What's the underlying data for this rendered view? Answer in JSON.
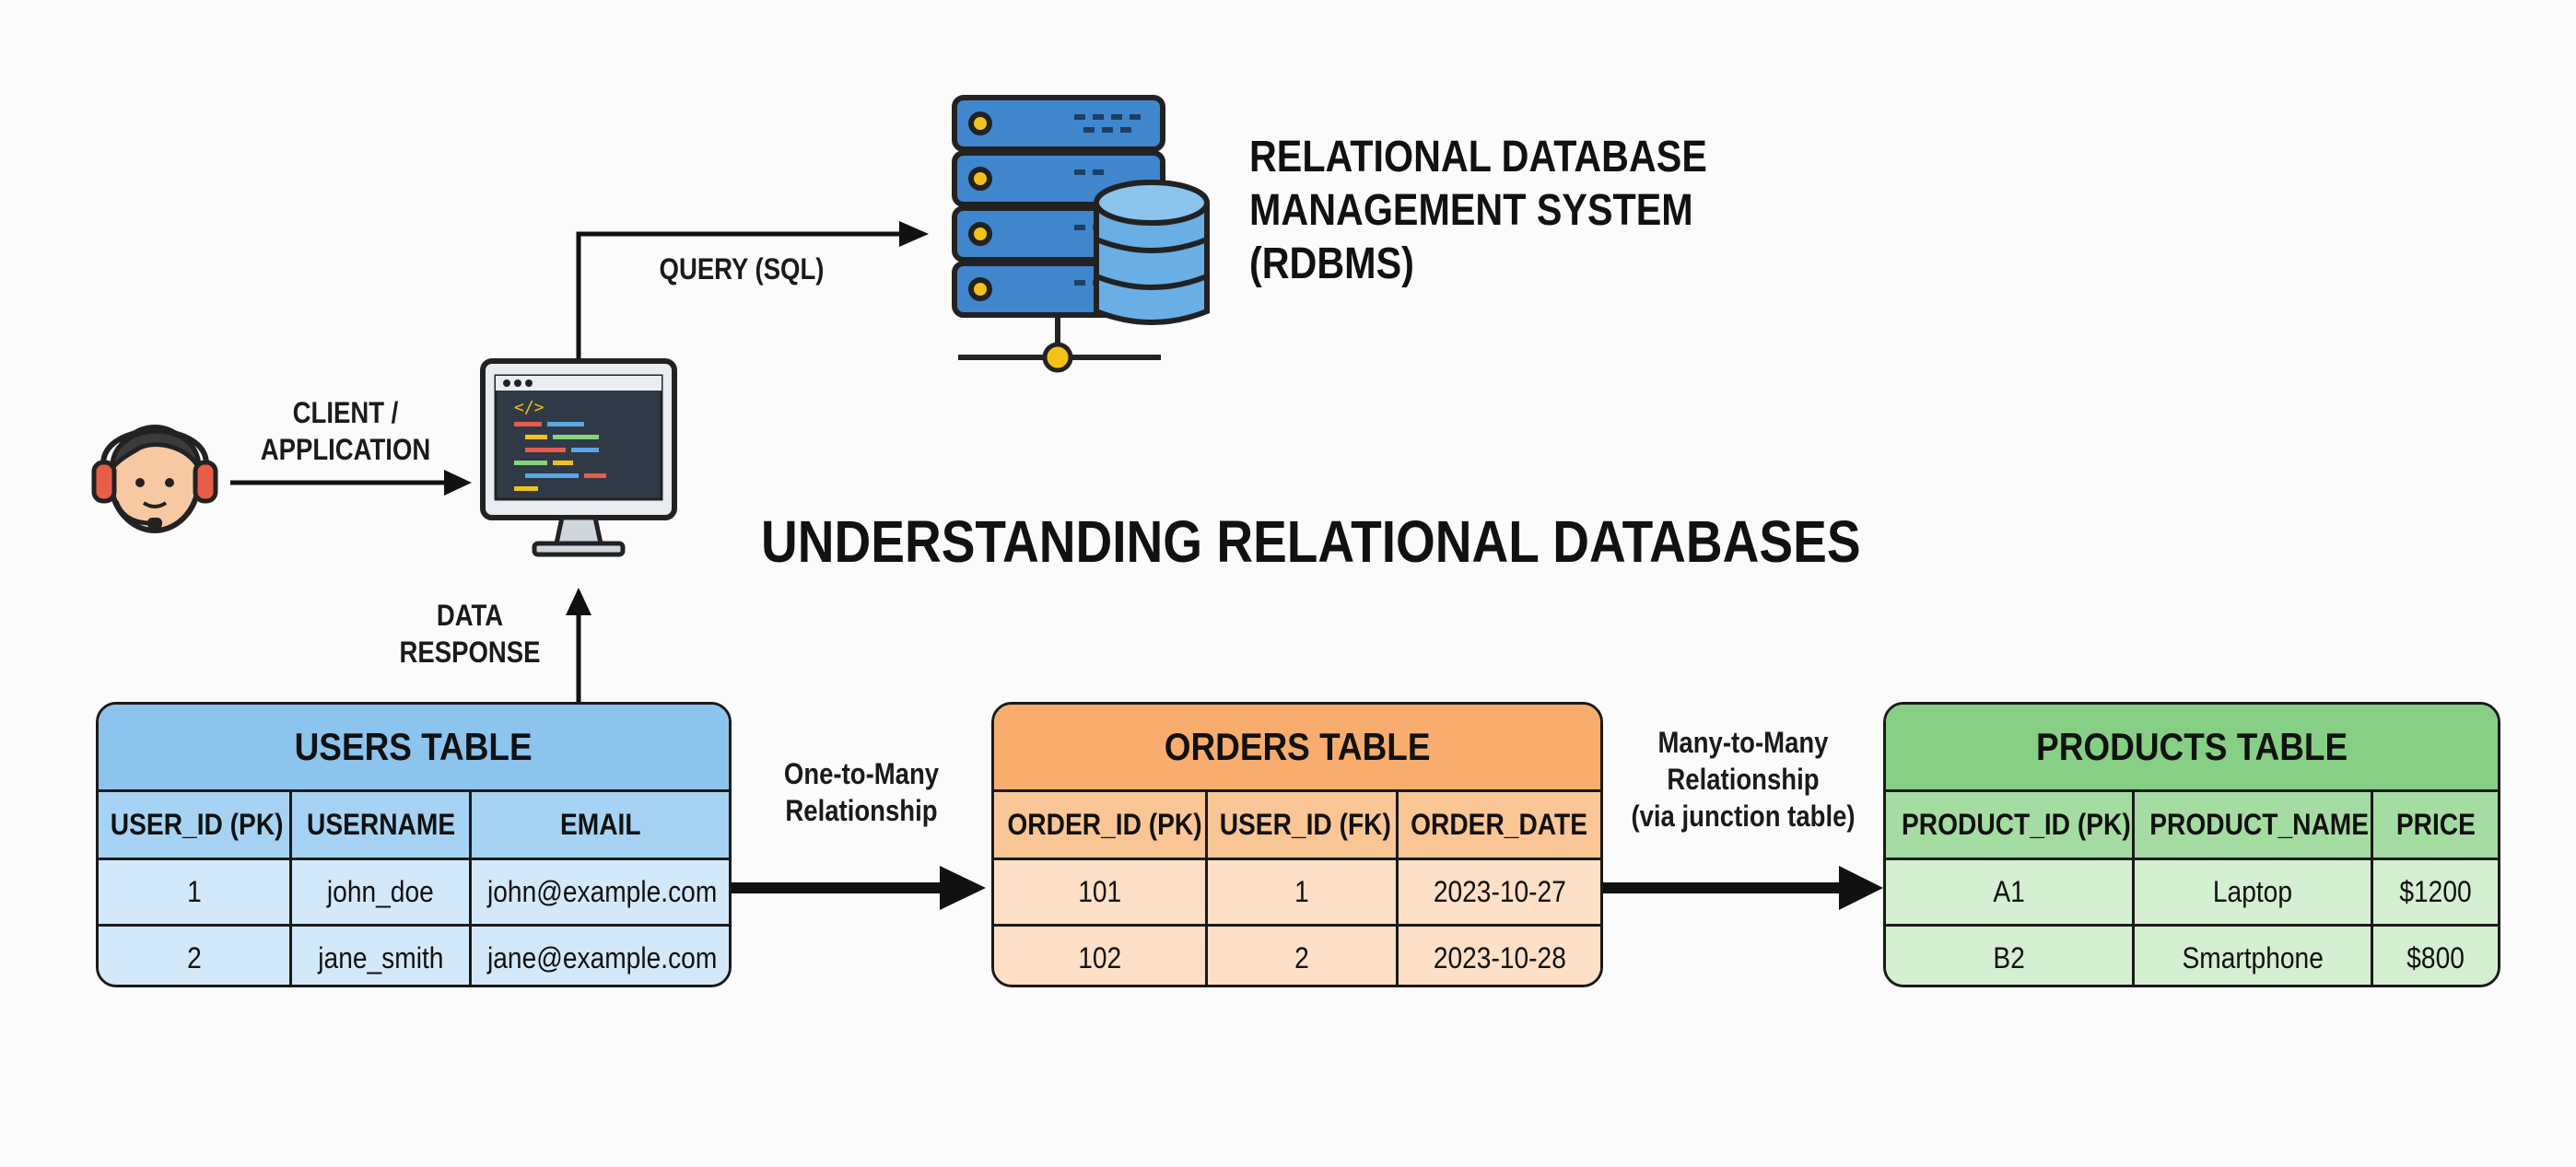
{
  "title": "UNDERSTANDING RELATIONAL DATABASES",
  "rdbms": {
    "lines": [
      "RELATIONAL DATABASE",
      "MANAGEMENT SYSTEM",
      "(RDBMS)"
    ]
  },
  "labels": {
    "client": [
      "CLIENT /",
      "APPLICATION"
    ],
    "query": "QUERY (SQL)",
    "response": [
      "DATA",
      "RESPONSE"
    ],
    "one_to_many": [
      "One-to-Many",
      "Relationship"
    ],
    "many_to_many": [
      "Many-to-Many",
      "Relationship",
      "(via junction table)"
    ]
  },
  "icons": {
    "user": "user-headset-icon",
    "computer": "computer-monitor-code-icon",
    "server": "database-server-icon"
  },
  "tables": {
    "users": {
      "name": "USERS TABLE",
      "columns": [
        "USER_ID (PK)",
        "USERNAME",
        "EMAIL"
      ],
      "rows": [
        [
          "1",
          "john_doe",
          "john@example.com"
        ],
        [
          "2",
          "jane_smith",
          "jane@example.com"
        ]
      ]
    },
    "orders": {
      "name": "ORDERS TABLE",
      "columns": [
        "ORDER_ID (PK)",
        "USER_ID (FK)",
        "ORDER_DATE"
      ],
      "rows": [
        [
          "101",
          "1",
          "2023-10-27"
        ],
        [
          "102",
          "2",
          "2023-10-28"
        ]
      ]
    },
    "products": {
      "name": "PRODUCTS TABLE",
      "columns": [
        "PRODUCT_ID (PK)",
        "PRODUCT_NAME",
        "PRICE"
      ],
      "rows": [
        [
          "A1",
          "Laptop",
          "$1200"
        ],
        [
          "B2",
          "Smartphone",
          "$800"
        ]
      ]
    }
  },
  "colors": {
    "users_header": "#8cc4ee",
    "orders_header": "#f8ad6e",
    "products_header": "#86cf84",
    "server_blue": "#3f86cc",
    "accent_yellow": "#f2c21b"
  }
}
